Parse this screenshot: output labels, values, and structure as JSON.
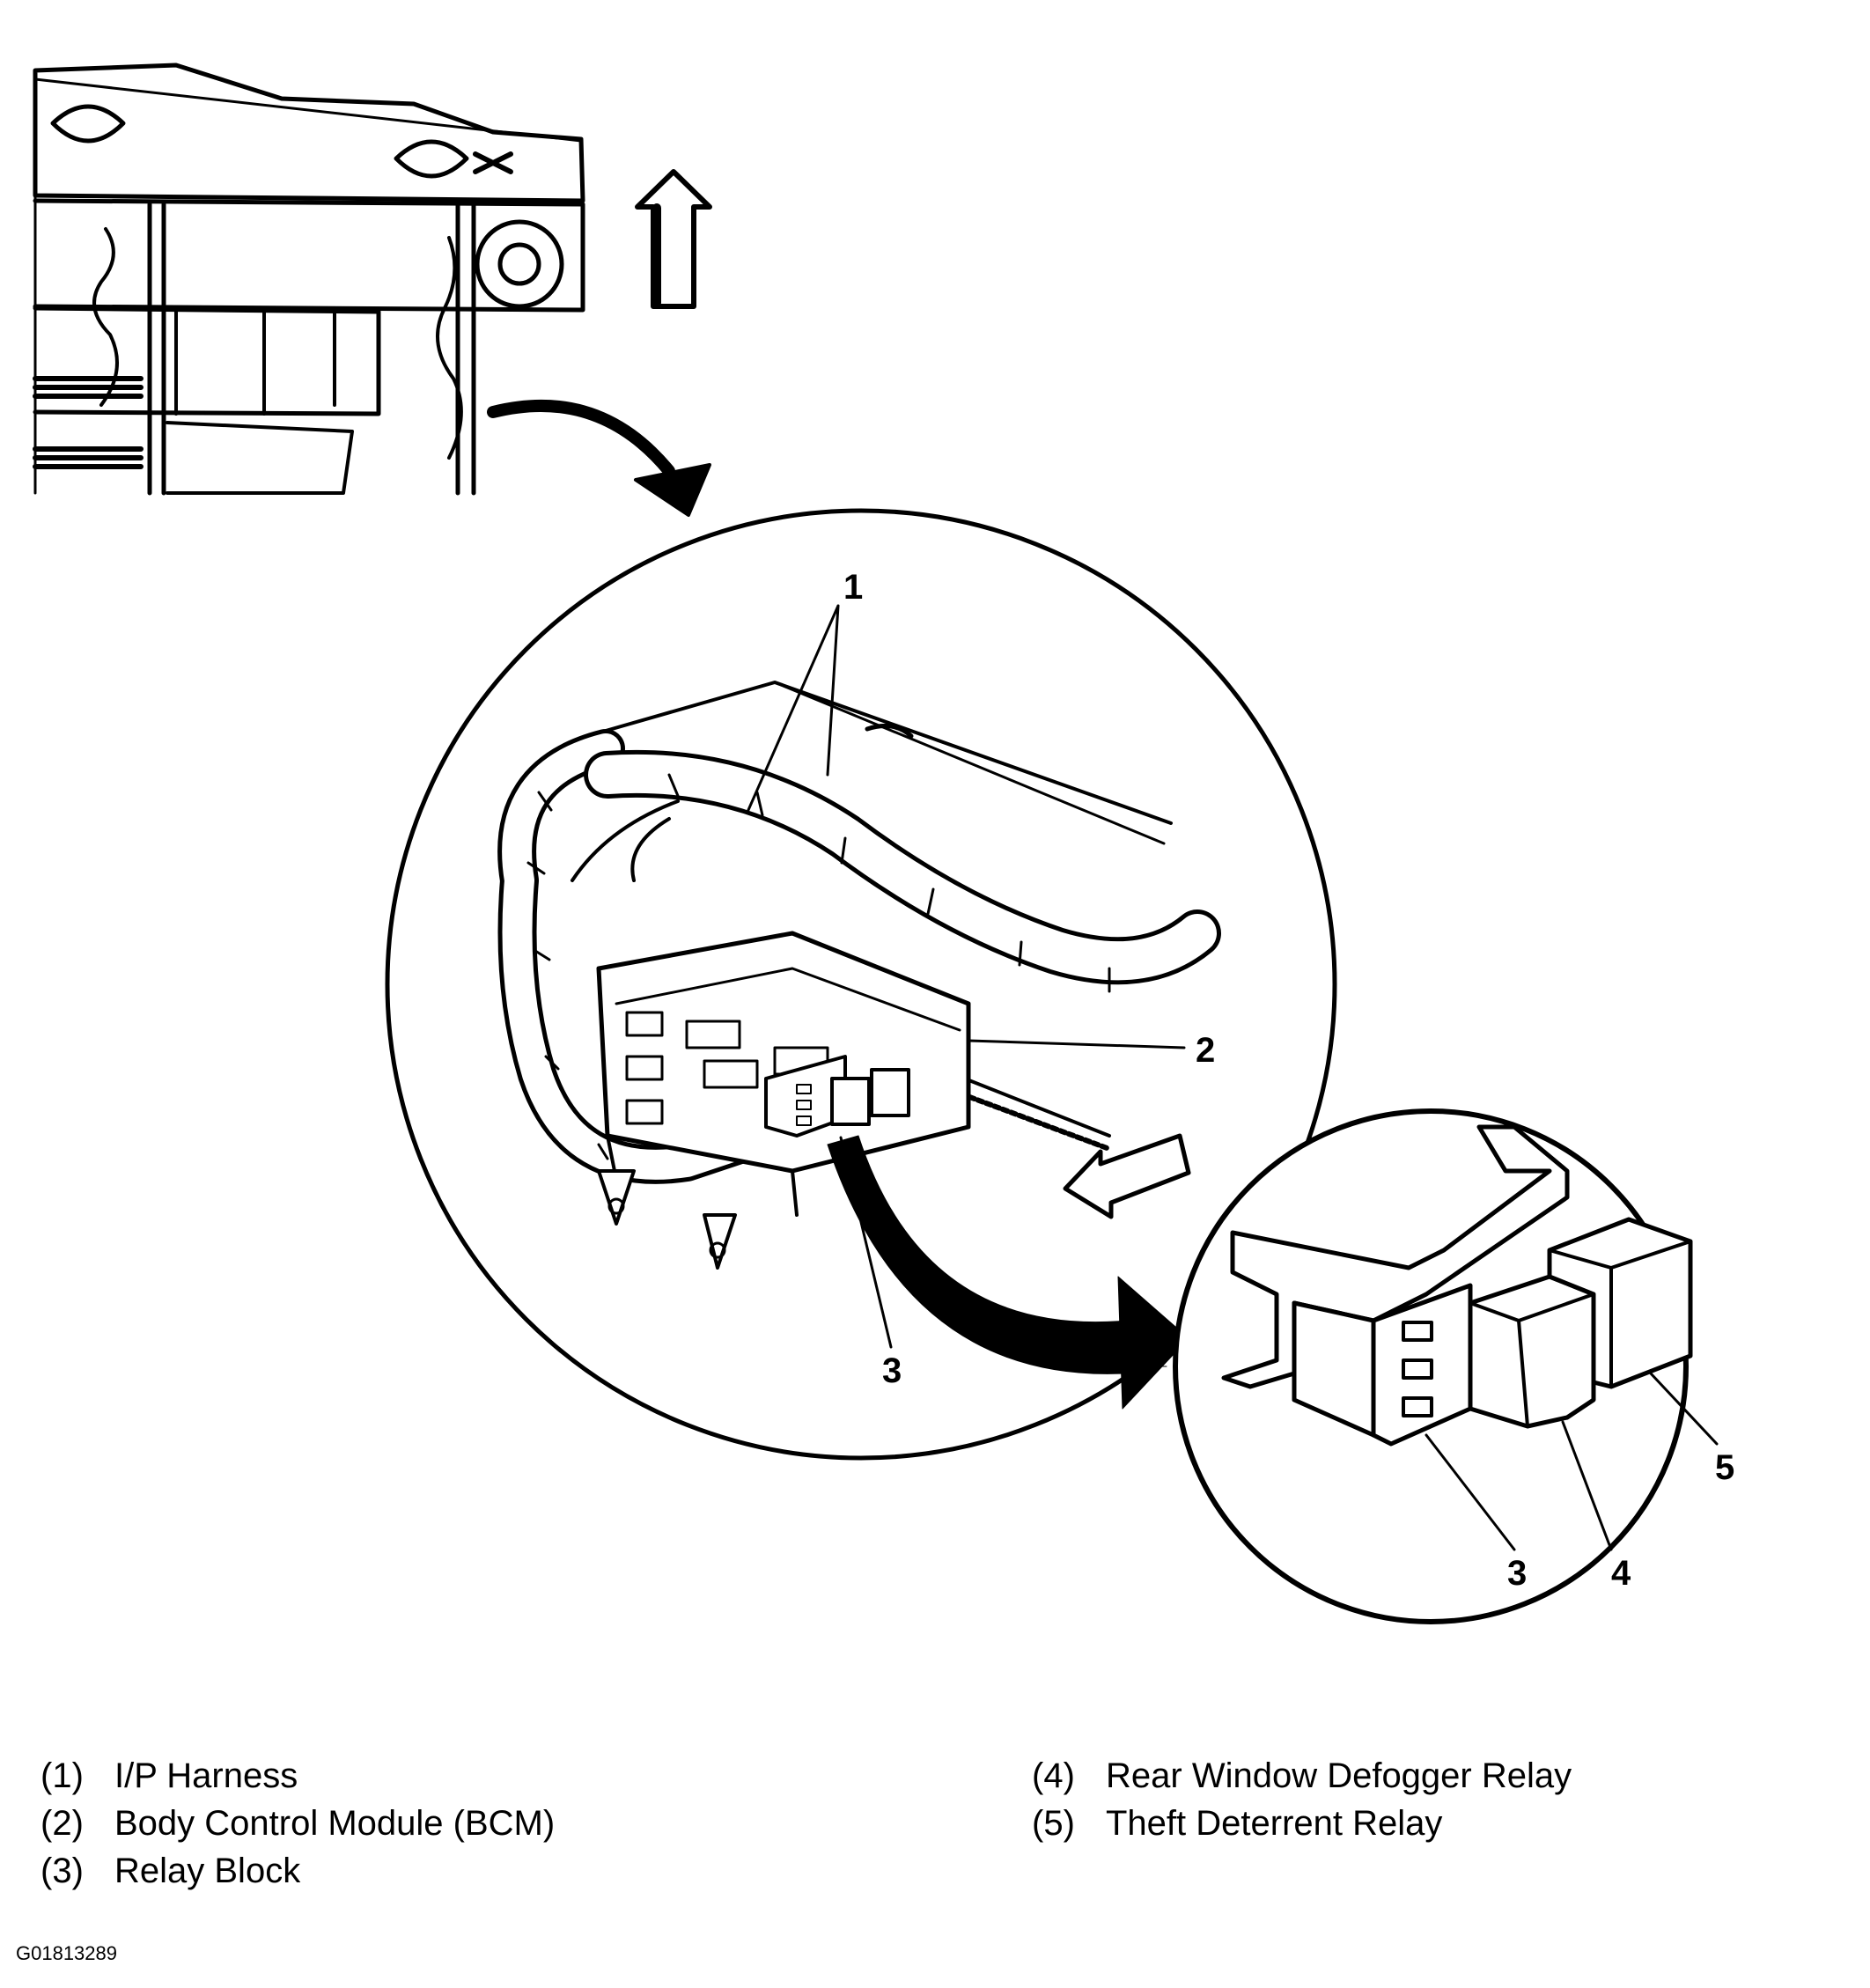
{
  "callouts": {
    "c1": "1",
    "c2": "2",
    "c3": "3",
    "c3b": "3",
    "c4": "4",
    "c5": "5"
  },
  "legend": [
    {
      "num": "(1)",
      "text": "I/P Harness"
    },
    {
      "num": "(2)",
      "text": "Body Control Module (BCM)"
    },
    {
      "num": "(3)",
      "text": "Relay Block"
    },
    {
      "num": "(4)",
      "text": "Rear Window Defogger Relay"
    },
    {
      "num": "(5)",
      "text": "Theft Deterrent Relay"
    }
  ],
  "figure_id": "G01813289"
}
